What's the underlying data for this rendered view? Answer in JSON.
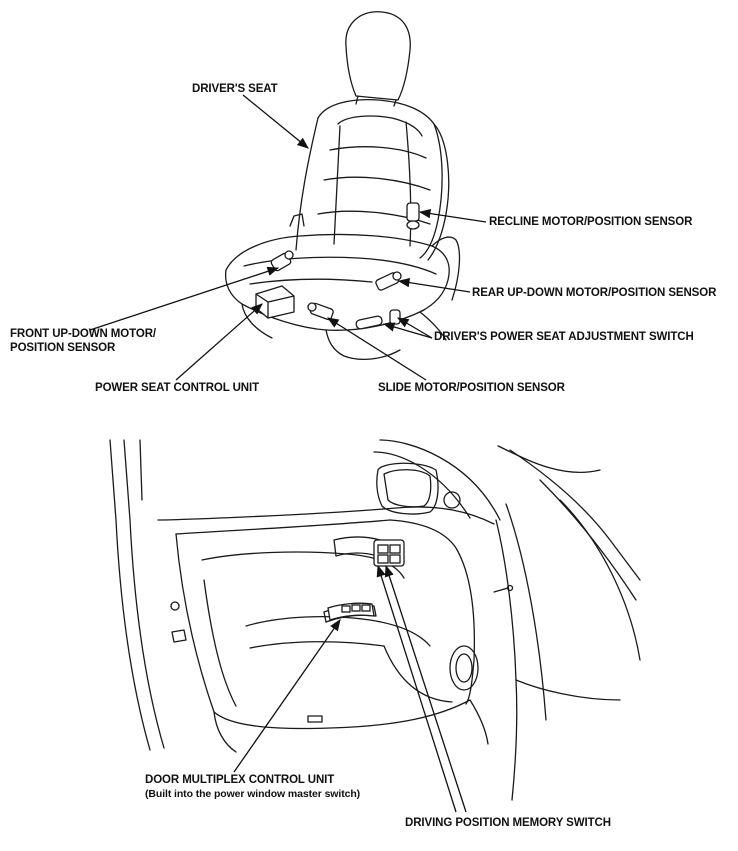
{
  "labels": {
    "drivers_seat": "DRIVER'S SEAT",
    "recline": "RECLINE MOTOR/POSITION SENSOR",
    "rear_updown": "REAR UP-DOWN MOTOR/POSITION SENSOR",
    "adjustment_switch": "DRIVER'S POWER SEAT ADJUSTMENT SWITCH",
    "front_updown_1": "FRONT UP-DOWN MOTOR/",
    "front_updown_2": "POSITION SENSOR",
    "control_unit": "POWER SEAT CONTROL UNIT",
    "slide": "SLIDE MOTOR/POSITION SENSOR",
    "door_multiplex": "DOOR MULTIPLEX CONTROL UNIT",
    "door_multiplex_note": "(Built into the power window master switch)",
    "memory_switch": "DRIVING POSITION MEMORY SWITCH"
  },
  "colors": {
    "line": "#1a1a1a",
    "background": "#ffffff"
  }
}
